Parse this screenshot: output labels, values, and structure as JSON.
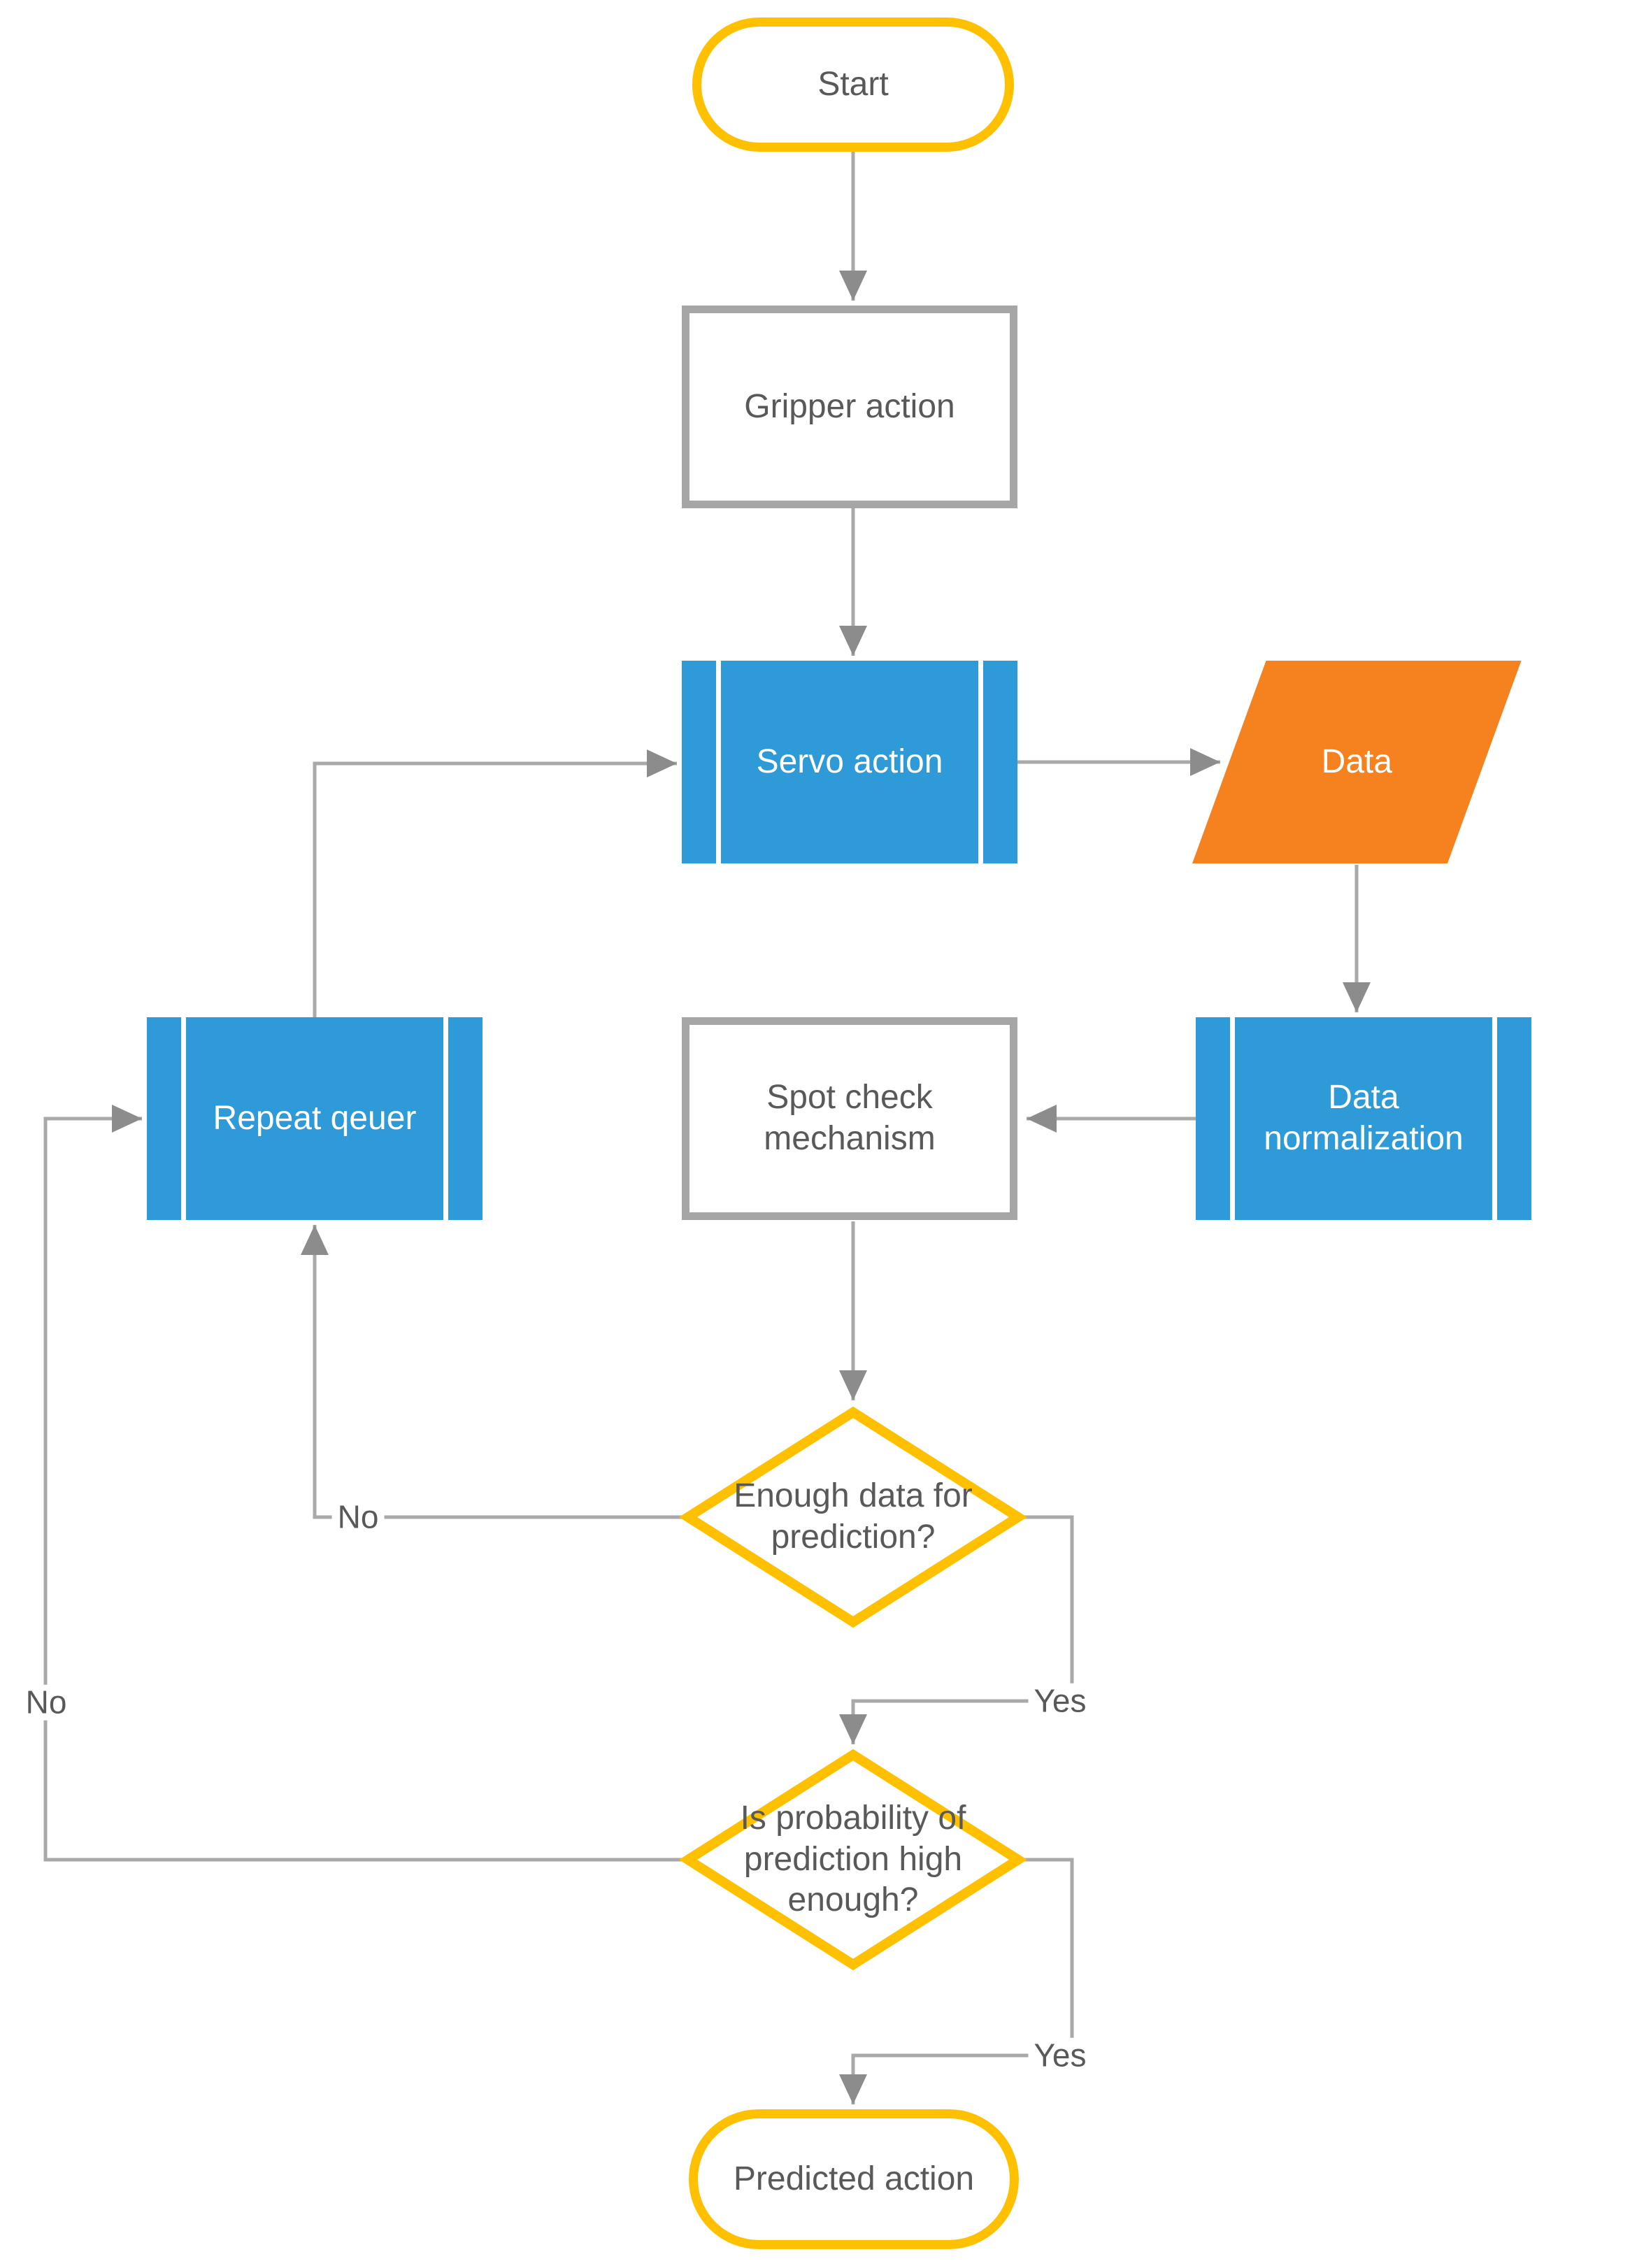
{
  "diagram_type": "flowchart",
  "colors": {
    "accent_yellow": "#FFC000",
    "accent_blue": "#2E9AD7",
    "accent_orange": "#F6811F",
    "shape_border_gray": "#A6A6A6",
    "connector_gray": "#A9A9A9",
    "arrowhead_gray": "#8C8C8C",
    "text_dark": "#595959",
    "text_light": "#FFFFFF"
  },
  "nodes": {
    "start": {
      "label": "Start",
      "type": "terminator"
    },
    "gripper_action": {
      "label": "Gripper action",
      "type": "process"
    },
    "servo_action": {
      "label": "Servo action",
      "type": "predefined-process"
    },
    "data": {
      "label": "Data",
      "type": "data-parallelogram"
    },
    "data_normalization": {
      "label": "Data\nnormalization",
      "type": "predefined-process"
    },
    "spot_check": {
      "label": "Spot check\nmechanism",
      "type": "process"
    },
    "repeat_qeuer": {
      "label": "Repeat qeuer",
      "type": "predefined-process"
    },
    "decision_enough_data": {
      "label": "Enough data for\nprediction?",
      "type": "decision"
    },
    "decision_probability": {
      "label": "Is probability of\nprediction high\nenough?",
      "type": "decision"
    },
    "predicted_action": {
      "label": "Predicted action",
      "type": "terminator"
    }
  },
  "edge_labels": {
    "enough_data_no": "No",
    "enough_data_yes": "Yes",
    "probability_no": "No",
    "probability_yes": "Yes"
  },
  "edges": [
    {
      "from": "Start",
      "to": "Gripper action",
      "label": ""
    },
    {
      "from": "Gripper action",
      "to": "Servo action",
      "label": ""
    },
    {
      "from": "Servo action",
      "to": "Data",
      "label": ""
    },
    {
      "from": "Data",
      "to": "Data normalization",
      "label": ""
    },
    {
      "from": "Data normalization",
      "to": "Spot check mechanism",
      "label": ""
    },
    {
      "from": "Spot check mechanism",
      "to": "Enough data for prediction?",
      "label": ""
    },
    {
      "from": "Enough data for prediction?",
      "to": "Repeat qeuer",
      "label": "No"
    },
    {
      "from": "Enough data for prediction?",
      "to": "Is probability of prediction high enough?",
      "label": "Yes"
    },
    {
      "from": "Repeat qeuer",
      "to": "Servo action",
      "label": ""
    },
    {
      "from": "Is probability of prediction high enough?",
      "to": "Repeat qeuer",
      "label": "No"
    },
    {
      "from": "Is probability of prediction high enough?",
      "to": "Predicted action",
      "label": "Yes"
    }
  ]
}
